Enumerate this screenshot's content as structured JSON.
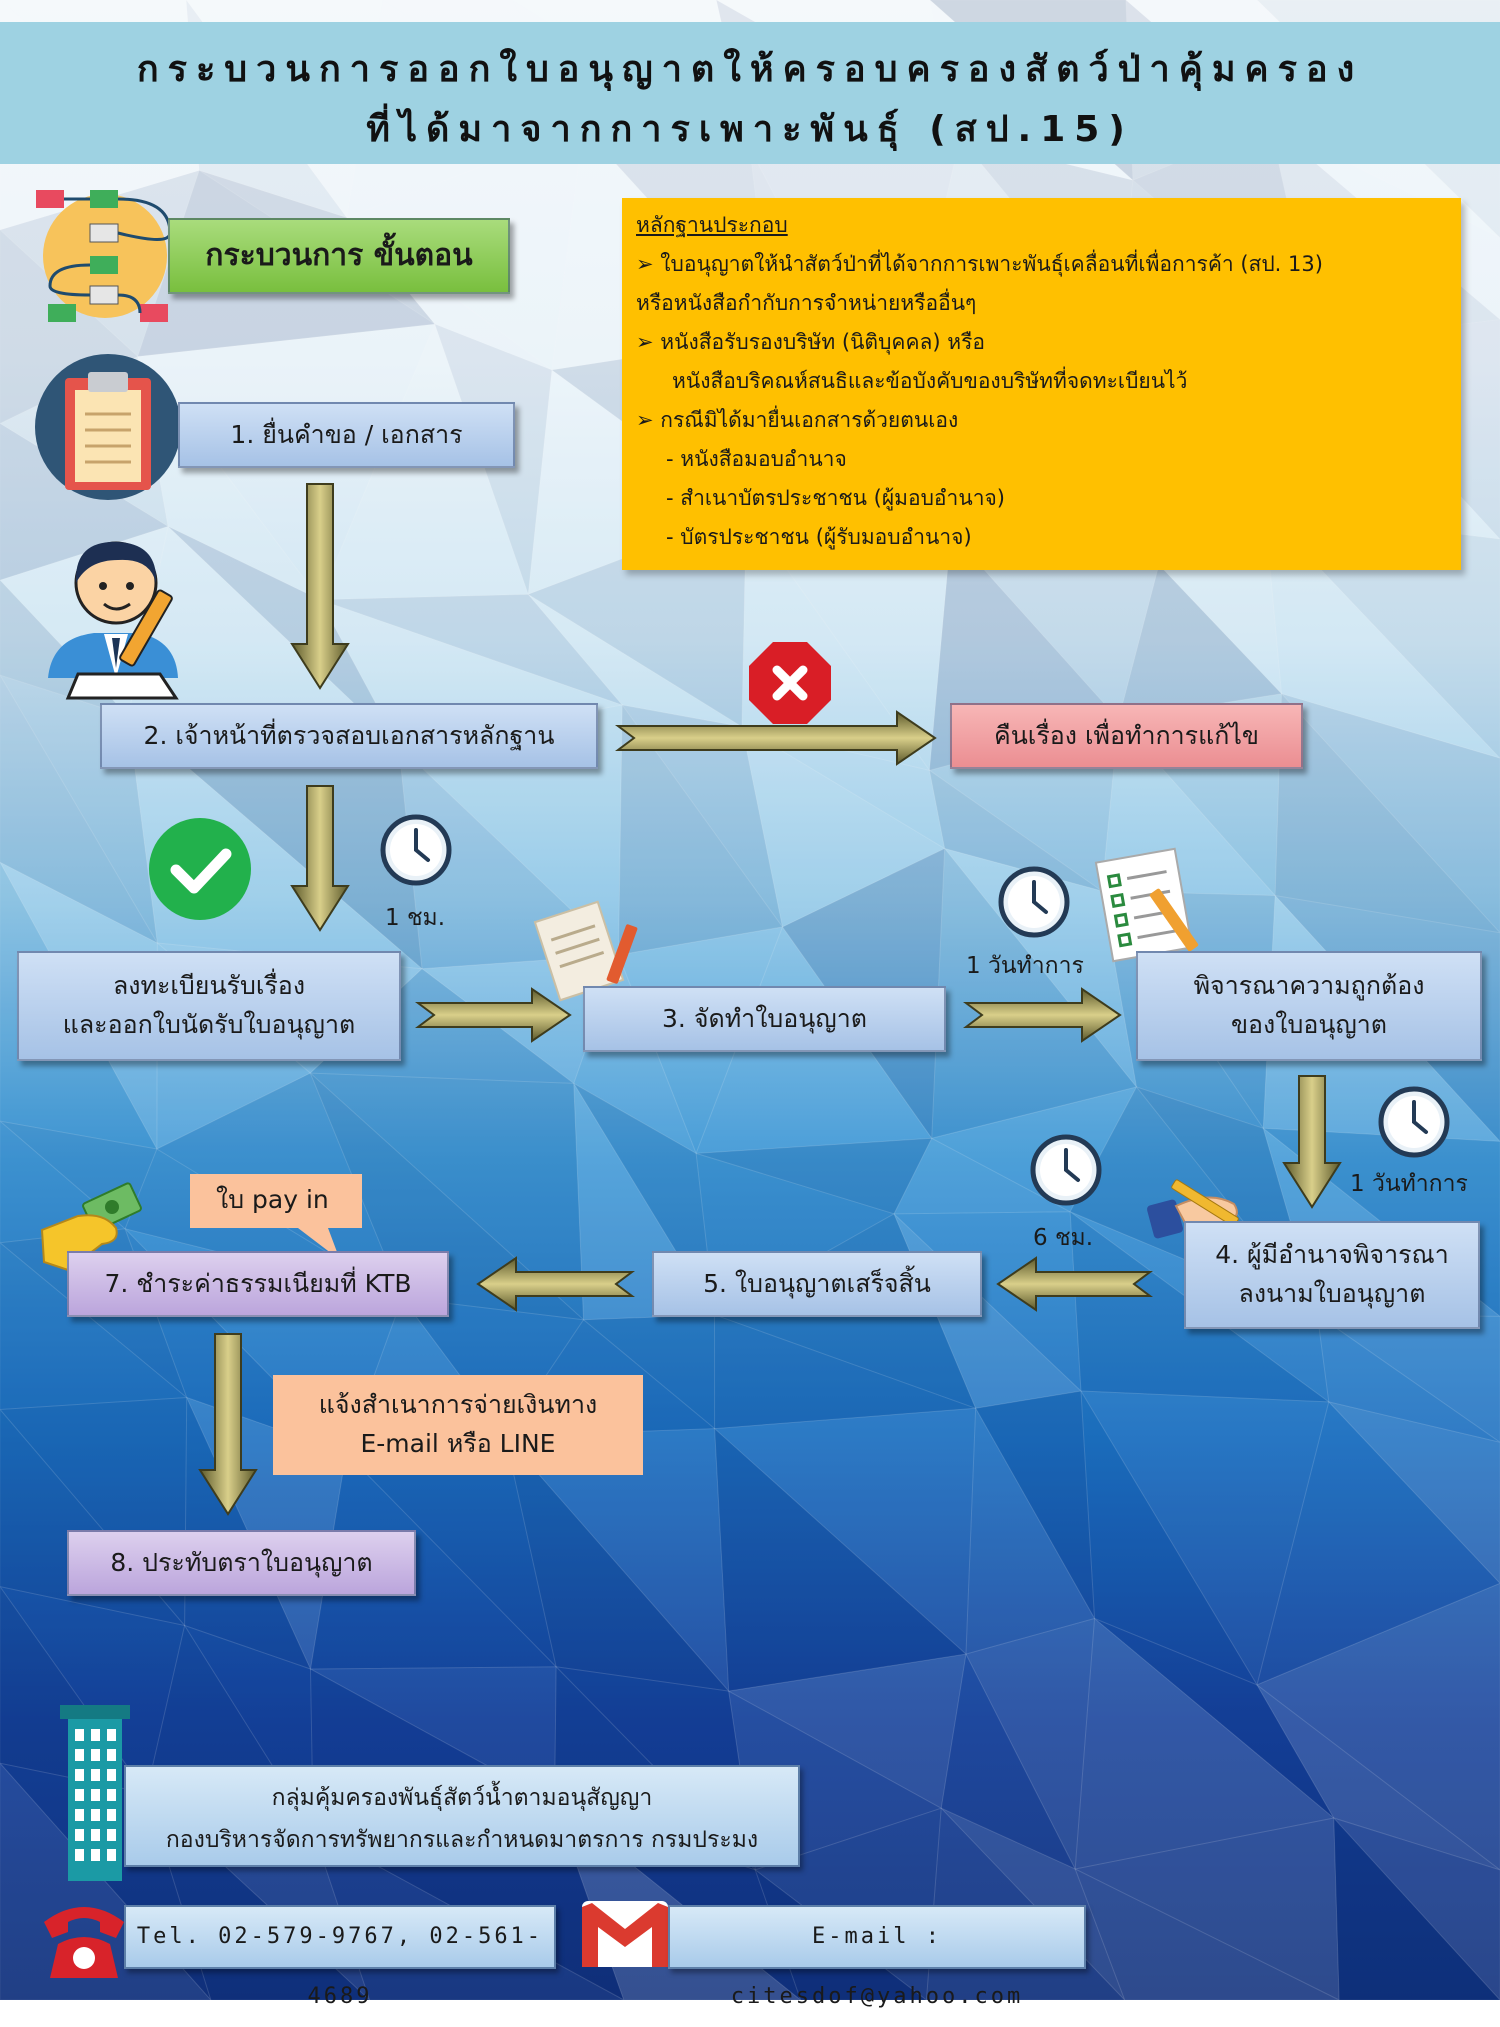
{
  "header": {
    "line1": "กระบวนการออกใบอนุญาตให้ครอบครองสัตว์ป่าคุ้มครอง",
    "line2": "ที่ได้มาจากการเพาะพันธุ์ (สป.15)"
  },
  "process_label": "กระบวนการ ขั้นตอน",
  "documents": {
    "heading": "หลักฐานประกอบ",
    "items": [
      "➢ ใบอนุญาตให้นำสัตว์ป่าที่ได้จากการเพาะพันธุ์เคลื่อนที่เพื่อการค้า (สป. 13)",
      "หรือหนังสือกำกับการจำหน่ายหรืออื่นๆ",
      "➢ หนังสือรับรองบริษัท (นิติบุคคล) หรือ",
      "หนังสือบริคณห์สนธิและข้อบังคับของบริษัทที่จดทะเบียนไว้",
      "➢ กรณีมิได้มายื่นเอกสารด้วยตนเอง",
      "- หนังสือมอบอำนาจ",
      "- สำเนาบัตรประชาชน (ผู้มอบอำนาจ)",
      "- บัตรประชาชน (ผู้รับมอบอำนาจ)"
    ]
  },
  "steps": {
    "s1": "1. ยื่นคำขอ / เอกสาร",
    "s2": "2. เจ้าหน้าที่ตรวจสอบเอกสารหลักฐาน",
    "reject": "คืนเรื่อง เพื่อทำการแก้ไข",
    "register_l1": "ลงทะเบียนรับเรื่อง",
    "register_l2": "และออกใบนัดรับใบอนุญาต",
    "s3": "3. จัดทำใบอนุญาต",
    "review_l1": "พิจารณาความถูกต้อง",
    "review_l2": "ของใบอนุญาต",
    "s4_l1": "4. ผู้มีอำนาจพิจารณา",
    "s4_l2": "ลงนามใบอนุญาต",
    "s5": "5. ใบอนุญาตเสร็จสิ้น",
    "s7": "7. ชำระค่าธรรมเนียมที่ KTB",
    "notify_l1": "แจ้งสำเนาการจ่ายเงินทาง",
    "notify_l2": "E-mail หรือ LINE",
    "s8": "8. ประทับตราใบอนุญาต",
    "payin": "ใบ pay in"
  },
  "times": {
    "t1": "1 ชม.",
    "t2": "1 วันทำการ",
    "t3": "1 วันทำการ",
    "t4": "6 ชม."
  },
  "footer": {
    "org_l1": "กลุ่มคุ้มครองพันธุ์สัตว์น้ำตามอนุสัญญา",
    "org_l2": "กองบริหารจัดการทรัพยากรและกำหนดมาตรการ กรมประมง",
    "tel": "Tel. 02-579-9767, 02-561-4689",
    "email": "E-mail : citesdof@yahoo.com"
  },
  "colors": {
    "header_bg": "#9ed2e2",
    "step_blue": "#b9d0ee",
    "step_green": "#8fcd57",
    "reject_pink": "#f2a0a3",
    "payment_purple": "#cbb9e5",
    "docs_orange": "#ffc000",
    "note_peach": "#fbc29c"
  },
  "icons": [
    "process-flow-icon",
    "clipboard-icon",
    "officer-signing-icon",
    "reject-x-icon",
    "approved-check-icon",
    "clock-icon",
    "document-pen-icon",
    "checklist-pen-icon",
    "signing-hand-icon",
    "money-hand-icon",
    "building-icon",
    "telephone-icon",
    "gmail-icon"
  ]
}
